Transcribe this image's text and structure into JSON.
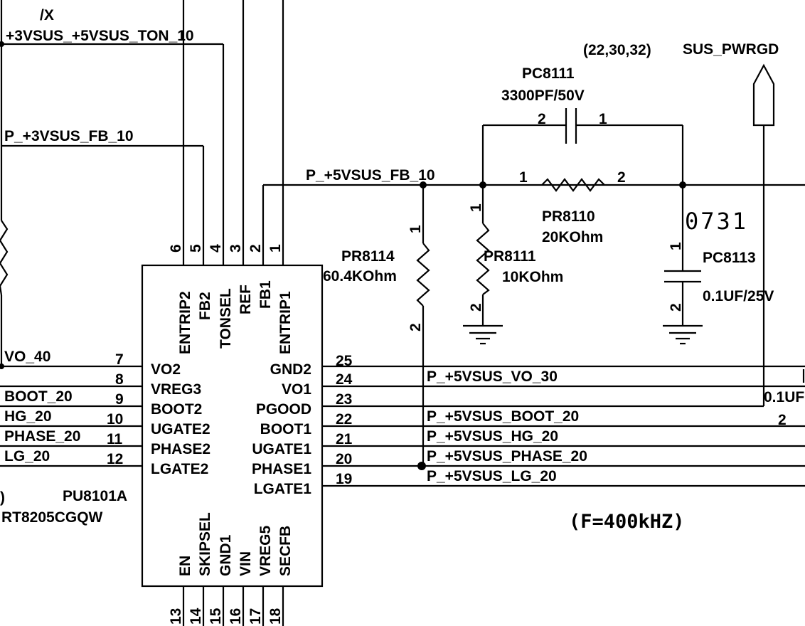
{
  "chip": {
    "ref": "PU8101A",
    "part": "RT8205CGQW",
    "top_pins": [
      {
        "num": "6",
        "name": "ENTRIP2"
      },
      {
        "num": "5",
        "name": "FB2"
      },
      {
        "num": "4",
        "name": "TONSEL"
      },
      {
        "num": "3",
        "name": "REF"
      },
      {
        "num": "2",
        "name": "FB1"
      },
      {
        "num": "1",
        "name": "ENTRIP1"
      }
    ],
    "left_pins": [
      {
        "num": "7",
        "name": "VO2"
      },
      {
        "num": "8",
        "name": "VREG3"
      },
      {
        "num": "9",
        "name": "BOOT2"
      },
      {
        "num": "10",
        "name": "UGATE2"
      },
      {
        "num": "11",
        "name": "PHASE2"
      },
      {
        "num": "12",
        "name": "LGATE2"
      }
    ],
    "right_pins": [
      {
        "num": "25",
        "name": "GND2"
      },
      {
        "num": "24",
        "name": "VO1"
      },
      {
        "num": "23",
        "name": "PGOOD"
      },
      {
        "num": "22",
        "name": "BOOT1"
      },
      {
        "num": "21",
        "name": "UGATE1"
      },
      {
        "num": "20",
        "name": "PHASE1"
      },
      {
        "num": "19",
        "name": "LGATE1"
      }
    ],
    "bottom_pins": [
      {
        "num": "13",
        "name": "EN"
      },
      {
        "num": "14",
        "name": "SKIPSEL"
      },
      {
        "num": "15",
        "name": "GND1"
      },
      {
        "num": "16",
        "name": "VIN"
      },
      {
        "num": "17",
        "name": "VREG5"
      },
      {
        "num": "18",
        "name": "SECFB"
      }
    ]
  },
  "nets": {
    "x_partial": "/X",
    "ton": "+3VSUS_+5VSUS_TON_10",
    "fb3": "P_+3VSUS_FB_10",
    "fb5": "P_+5VSUS_FB_10",
    "vo40": "VO_40",
    "boot20": "BOOT_20",
    "hg20": "HG_20",
    "phase20": "PHASE_20",
    "lg20": "LG_20",
    "vo30": "P_+5VSUS_VO_30",
    "boot1": "P_+5VSUS_BOOT_20",
    "hg1": "P_+5VSUS_HG_20",
    "phase1": "P_+5VSUS_PHASE_20",
    "lg1": "P_+5VSUS_LG_20",
    "sus_pwrgd": "SUS_PWRGD",
    "sus_pages": "(22,30,32)"
  },
  "components": {
    "pc8111": {
      "ref": "PC8111",
      "value": "3300PF/50V",
      "pin1": "1",
      "pin2": "2"
    },
    "pr8110": {
      "ref": "PR8110",
      "value": "20KOhm",
      "pin1": "1",
      "pin2": "2"
    },
    "pr8114": {
      "ref": "PR8114",
      "value": "60.4KOhm",
      "pin1": "1",
      "pin2": "2"
    },
    "pr8111": {
      "ref": "PR8111",
      "value": "10KOhm",
      "pin1": "1",
      "pin2": "2"
    },
    "pc8113": {
      "ref": "PC8113",
      "value": "0.1UF/25V",
      "pin1": "1",
      "pin2": "2",
      "note": "0731"
    },
    "edge_cap": {
      "value": "0.1UF",
      "pin2": "2"
    }
  },
  "freq_note": "(F=400kHZ)"
}
